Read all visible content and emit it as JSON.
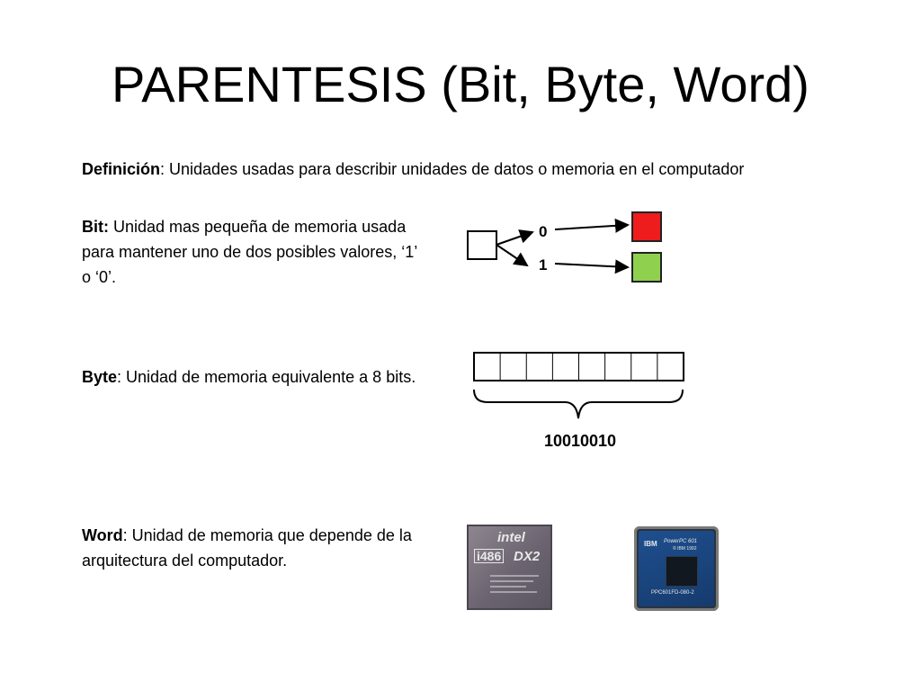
{
  "title": "PARENTESIS (Bit, Byte, Word)",
  "definition": {
    "term": "Definición",
    "text": ": Unidades usadas para describir unidades de datos o memoria en el computador"
  },
  "bit": {
    "term": "Bit:",
    "text": " Unidad mas pequeña de memoria usada para mantener uno de dos posibles valores, ‘1’ o ‘0’.",
    "label_zero": "0",
    "label_one": "1",
    "colors": {
      "zero": "#ee1c1c",
      "one": "#8fd14f"
    }
  },
  "byte": {
    "term": "Byte",
    "text": ": Unidad de memoria equivalente a 8 bits.",
    "cells": 8,
    "value": "10010010"
  },
  "word": {
    "term": "Word",
    "text": ": Unidad de memoria que depende de la arquitectura del computador.",
    "chip_intel": {
      "brand": "intel",
      "model": "i486",
      "suffix": "DX2"
    },
    "chip_ppc": {
      "brand": "IBM",
      "model": "PowerPC 601",
      "copyright": "© IBM 1992",
      "part": "PPC601FD-080-2"
    }
  }
}
